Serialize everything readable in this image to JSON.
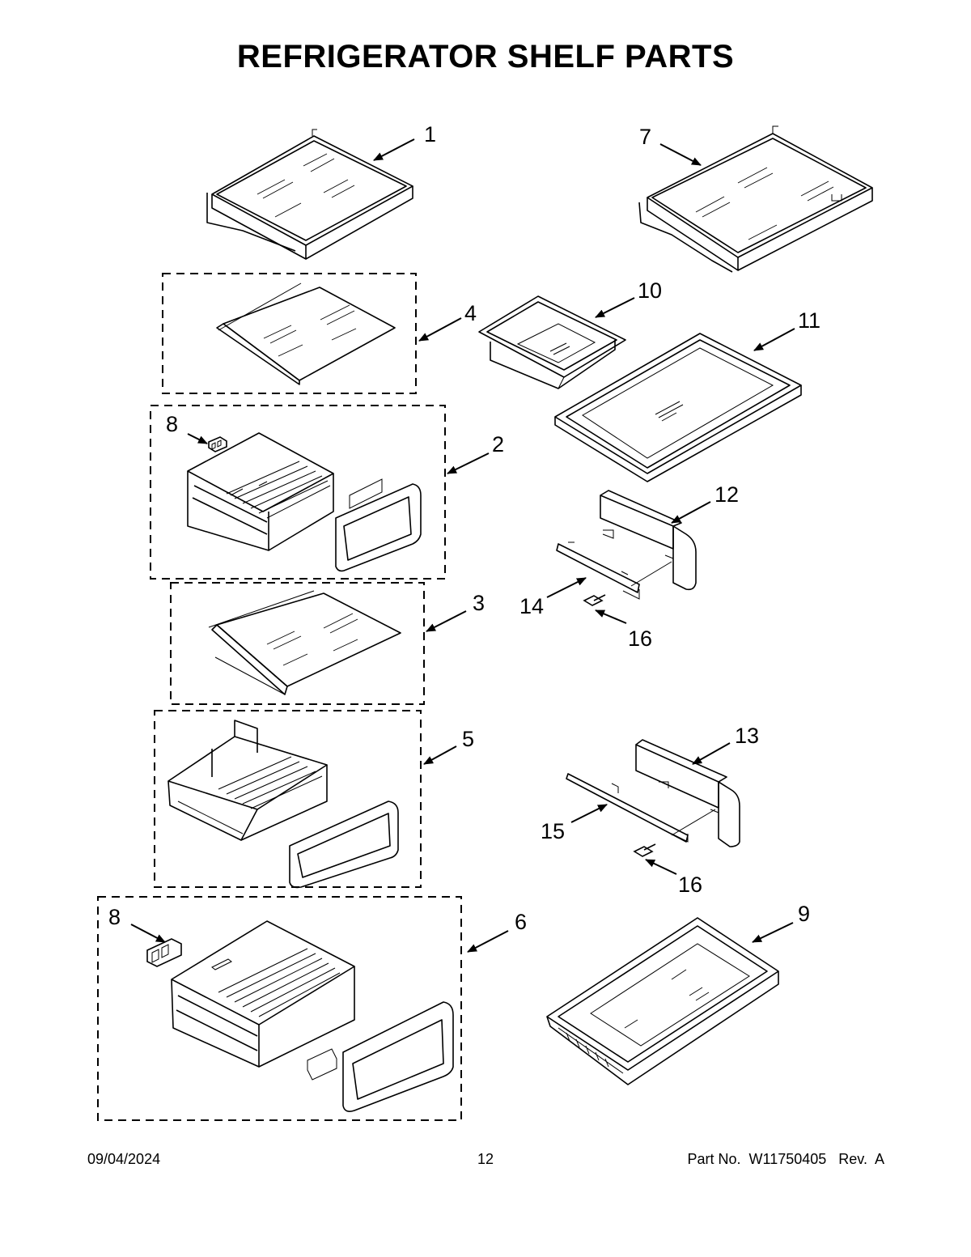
{
  "page": {
    "title": "REFRIGERATOR SHELF PARTS",
    "footer_date": "09/04/2024",
    "footer_page": "12",
    "footer_part": "Part No.  W11750405   Rev.  A"
  },
  "callouts": {
    "c1": "1",
    "c7": "7",
    "c4": "4",
    "c10": "10",
    "c11": "11",
    "c8a": "8",
    "c2": "2",
    "c12": "12",
    "c3": "3",
    "c14": "14",
    "c16a": "16",
    "c5": "5",
    "c13": "13",
    "c15": "15",
    "c16b": "16",
    "c8b": "8",
    "c6": "6",
    "c9": "9"
  }
}
